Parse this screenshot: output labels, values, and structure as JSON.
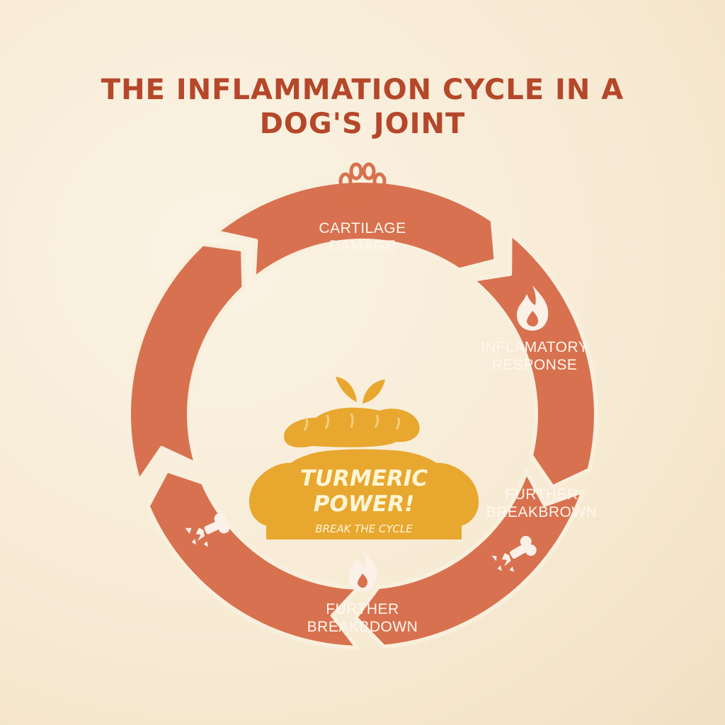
{
  "title": {
    "line1": "THE INFLAMMATION CYCLE IN A",
    "line2": "DOG'S JOINT"
  },
  "stages": [
    {
      "line1": "CARTILAGE",
      "line2": "DAMAGE",
      "icon": "paw-icon"
    },
    {
      "line1": "INFLAMATORY",
      "line2": "RESPONSE",
      "icon": "flame-icon"
    },
    {
      "line1": "FURTHER",
      "line2": "BREAKBROWN",
      "icon": "broken-bone-icon"
    },
    {
      "line1": "FURTHER",
      "line2": "BREAKBDOWN",
      "icon": "flame-icon"
    },
    {
      "line1": "",
      "line2": "",
      "icon": "broken-bone-icon"
    }
  ],
  "center": {
    "headline1": "TURMERIC",
    "headline2": "POWER!",
    "tagline": "BREAK THE CYCLE",
    "icon": "turmeric-root-icon"
  },
  "colors": {
    "ring": "#d8714f",
    "title": "#b5472a",
    "turmeric": "#e8a72f",
    "background": "#f9efdd"
  }
}
